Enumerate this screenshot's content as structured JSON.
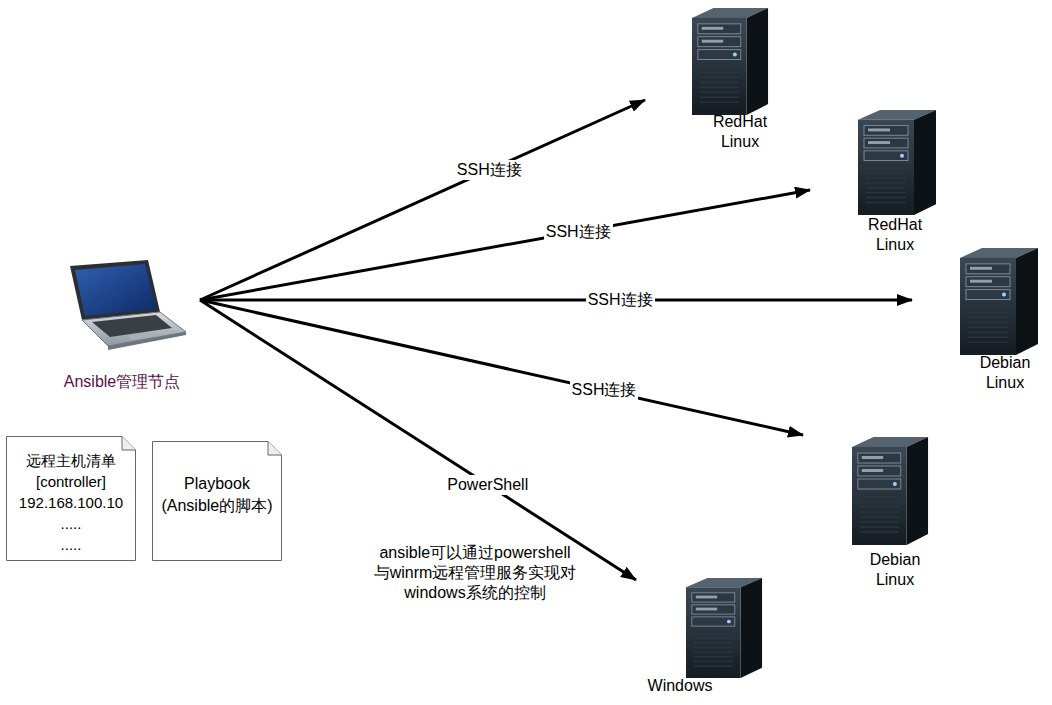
{
  "diagram": {
    "nodes": [
      {
        "text": [
          "Ansible管理节点"
        ]
      },
      {
        "text": [
          "远程主机清单",
          "[controller]",
          "192.168.100.10",
          ".....",
          "....."
        ]
      },
      {
        "text": [
          "Playbook (Ansible的脚本)"
        ]
      },
      {
        "text": [
          "RedHat Linux"
        ]
      },
      {
        "text": [
          "RedHat Linux"
        ]
      },
      {
        "text": [
          "Debian Linux"
        ]
      },
      {
        "text": [
          "Debian Linux"
        ]
      },
      {
        "text": [
          "Windows"
        ]
      }
    ],
    "edges": [
      {
        "from": 0,
        "to": 3,
        "arrow": "to",
        "label": "SSH连接"
      },
      {
        "from": 0,
        "to": 4,
        "arrow": "to",
        "label": "SSH连接"
      },
      {
        "from": 0,
        "to": 5,
        "arrow": "to",
        "label": "SSH连接"
      },
      {
        "from": 0,
        "to": 6,
        "arrow": "to",
        "label": "SSH连接"
      },
      {
        "from": 0,
        "to": 7,
        "arrow": "to",
        "label": "PowerShell"
      }
    ],
    "labels": [
      "ansible可以通过powershell 与winrm远程管理服务实现对 windows系统的控制"
    ]
  }
}
